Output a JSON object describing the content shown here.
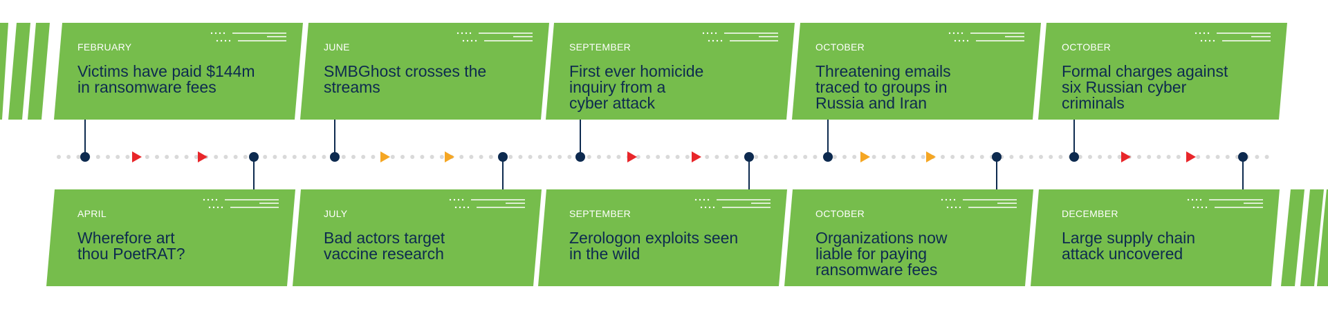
{
  "colors": {
    "card_green": "#76bd4c",
    "navy": "#0d2a4f",
    "dot_gray": "#d9d9d9",
    "red_arrow": "#e8262a",
    "orange_arrow": "#f5a623"
  },
  "top_events": [
    {
      "month": "FEBRUARY",
      "title": "Victims have paid $144m\nin ransomware fees"
    },
    {
      "month": "JUNE",
      "title": "SMBGhost crosses the\nstreams"
    },
    {
      "month": "SEPTEMBER",
      "title": "First ever homicide\ninquiry from a\ncyber attack"
    },
    {
      "month": "OCTOBER",
      "title": "Threatening emails\ntraced to groups in\nRussia and Iran"
    },
    {
      "month": "OCTOBER",
      "title": "Formal charges against\nsix Russian cyber\ncriminals"
    }
  ],
  "bottom_events": [
    {
      "month": "APRIL",
      "title": "Wherefore art\nthou PoetRAT?"
    },
    {
      "month": "JULY",
      "title": "Bad actors target\nvaccine research"
    },
    {
      "month": "SEPTEMBER",
      "title": "Zerologon exploits seen\nin the wild"
    },
    {
      "month": "OCTOBER",
      "title": "Organizations now\nliable for paying\nransomware fees"
    },
    {
      "month": "DECEMBER",
      "title": "Large supply chain\nattack uncovered"
    }
  ]
}
